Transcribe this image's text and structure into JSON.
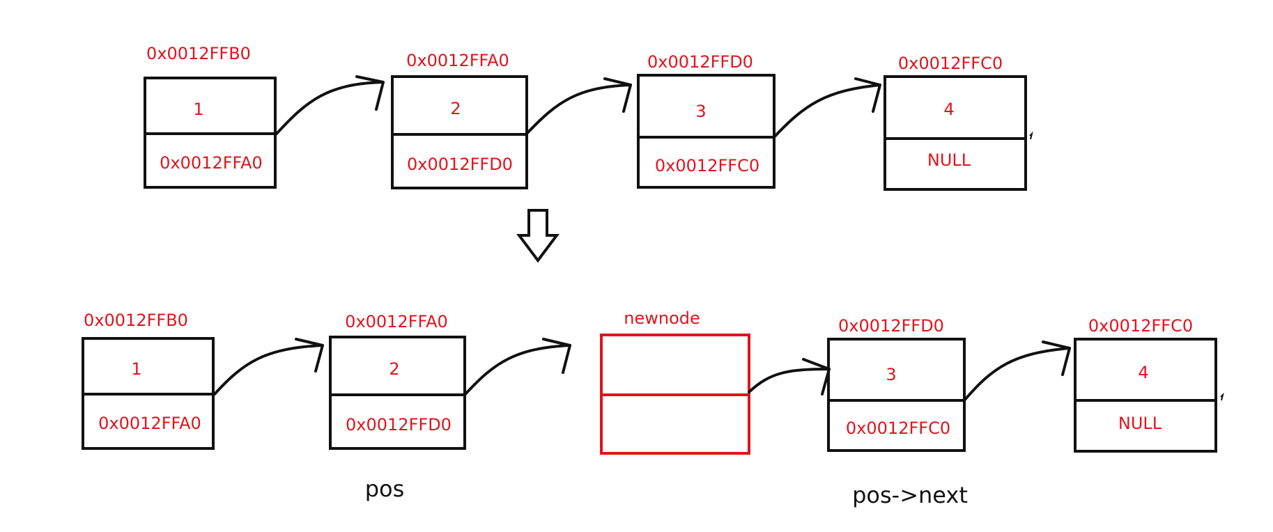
{
  "colors": {
    "accent": "#e0141c",
    "ink": "#111111",
    "background": "#ffffff"
  },
  "before": {
    "nodes": [
      {
        "address": "0x0012FFB0",
        "value": "1",
        "next": "0x0012FFA0"
      },
      {
        "address": "0x0012FFA0",
        "value": "2",
        "next": "0x0012FFD0"
      },
      {
        "address": "0x0012FFD0",
        "value": "3",
        "next": "0x0012FFC0"
      },
      {
        "address": "0x0012FFC0",
        "value": "4",
        "next": "NULL"
      }
    ]
  },
  "transition": {
    "icon": "down-arrow-icon"
  },
  "after": {
    "nodes": [
      {
        "address": "0x0012FFB0",
        "value": "1",
        "next": "0x0012FFA0"
      },
      {
        "address": "0x0012FFA0",
        "value": "2",
        "next": "0x0012FFD0"
      },
      {
        "address": "newnode",
        "value": "",
        "next": ""
      },
      {
        "address": "0x0012FFD0",
        "value": "3",
        "next": "0x0012FFC0"
      },
      {
        "address": "0x0012FFC0",
        "value": "4",
        "next": "NULL"
      }
    ],
    "labels": {
      "pos": "pos",
      "pos_next": "pos->next"
    }
  }
}
